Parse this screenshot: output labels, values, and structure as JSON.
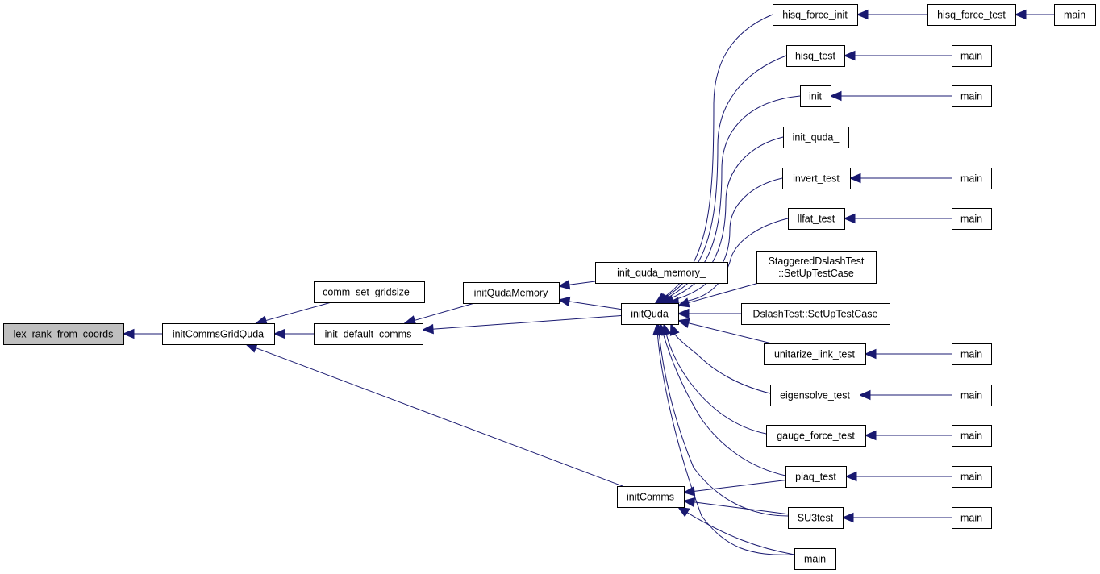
{
  "graph": {
    "edge_color": "#191970",
    "root_fill": "#bfbfbf",
    "nodes": [
      {
        "id": "lex_rank",
        "lines": [
          "lex_rank_from_coords"
        ],
        "root": true
      },
      {
        "id": "initCommsGridQuda",
        "lines": [
          "initCommsGridQuda"
        ]
      },
      {
        "id": "comm_set_gridsize",
        "lines": [
          "comm_set_gridsize_"
        ]
      },
      {
        "id": "init_default_comms",
        "lines": [
          "init_default_comms"
        ]
      },
      {
        "id": "initQudaMemory",
        "lines": [
          "initQudaMemory"
        ]
      },
      {
        "id": "init_quda_memory",
        "lines": [
          "init_quda_memory_"
        ]
      },
      {
        "id": "initQuda",
        "lines": [
          "initQuda"
        ]
      },
      {
        "id": "initComms",
        "lines": [
          "initComms"
        ]
      },
      {
        "id": "hisq_force_init",
        "lines": [
          "hisq_force_init"
        ]
      },
      {
        "id": "hisq_force_test",
        "lines": [
          "hisq_force_test"
        ]
      },
      {
        "id": "main_top",
        "lines": [
          "main"
        ]
      },
      {
        "id": "hisq_test",
        "lines": [
          "hisq_test"
        ]
      },
      {
        "id": "main_hisq",
        "lines": [
          "main"
        ]
      },
      {
        "id": "init",
        "lines": [
          "init"
        ]
      },
      {
        "id": "main_init",
        "lines": [
          "main"
        ]
      },
      {
        "id": "init_quda",
        "lines": [
          "init_quda_"
        ]
      },
      {
        "id": "invert_test",
        "lines": [
          "invert_test"
        ]
      },
      {
        "id": "main_invert",
        "lines": [
          "main"
        ]
      },
      {
        "id": "llfat_test",
        "lines": [
          "llfat_test"
        ]
      },
      {
        "id": "main_llfat",
        "lines": [
          "main"
        ]
      },
      {
        "id": "staggered",
        "lines": [
          "StaggeredDslashTest",
          "::SetUpTestCase"
        ]
      },
      {
        "id": "dslash",
        "lines": [
          "DslashTest::SetUpTestCase"
        ]
      },
      {
        "id": "unitarize",
        "lines": [
          "unitarize_link_test"
        ]
      },
      {
        "id": "main_unitarize",
        "lines": [
          "main"
        ]
      },
      {
        "id": "eigensolve",
        "lines": [
          "eigensolve_test"
        ]
      },
      {
        "id": "main_eigen",
        "lines": [
          "main"
        ]
      },
      {
        "id": "gauge_force",
        "lines": [
          "gauge_force_test"
        ]
      },
      {
        "id": "main_gauge",
        "lines": [
          "main"
        ]
      },
      {
        "id": "plaq",
        "lines": [
          "plaq_test"
        ]
      },
      {
        "id": "main_plaq",
        "lines": [
          "main"
        ]
      },
      {
        "id": "su3",
        "lines": [
          "SU3test"
        ]
      },
      {
        "id": "main_su3",
        "lines": [
          "main"
        ]
      },
      {
        "id": "main_bottom",
        "lines": [
          "main"
        ]
      }
    ],
    "edges": [
      {
        "from": "initCommsGridQuda",
        "to": "lex_rank"
      },
      {
        "from": "comm_set_gridsize",
        "to": "initCommsGridQuda"
      },
      {
        "from": "init_default_comms",
        "to": "initCommsGridQuda"
      },
      {
        "from": "initComms",
        "to": "initCommsGridQuda"
      },
      {
        "from": "initQudaMemory",
        "to": "init_default_comms"
      },
      {
        "from": "initQuda",
        "to": "init_default_comms"
      },
      {
        "from": "init_quda_memory",
        "to": "initQudaMemory"
      },
      {
        "from": "initQuda",
        "to": "initQudaMemory"
      },
      {
        "from": "hisq_force_init",
        "to": "initQuda"
      },
      {
        "from": "hisq_test",
        "to": "initQuda"
      },
      {
        "from": "init",
        "to": "initQuda"
      },
      {
        "from": "init_quda",
        "to": "initQuda"
      },
      {
        "from": "invert_test",
        "to": "initQuda"
      },
      {
        "from": "llfat_test",
        "to": "initQuda"
      },
      {
        "from": "staggered",
        "to": "initQuda"
      },
      {
        "from": "dslash",
        "to": "initQuda"
      },
      {
        "from": "unitarize",
        "to": "initQuda"
      },
      {
        "from": "eigensolve",
        "to": "initQuda"
      },
      {
        "from": "gauge_force",
        "to": "initQuda"
      },
      {
        "from": "plaq",
        "to": "initQuda"
      },
      {
        "from": "su3",
        "to": "initQuda"
      },
      {
        "from": "main_bottom",
        "to": "initQuda"
      },
      {
        "from": "plaq",
        "to": "initComms"
      },
      {
        "from": "su3",
        "to": "initComms"
      },
      {
        "from": "main_bottom",
        "to": "initComms"
      },
      {
        "from": "hisq_force_test",
        "to": "hisq_force_init"
      },
      {
        "from": "main_top",
        "to": "hisq_force_test"
      },
      {
        "from": "main_hisq",
        "to": "hisq_test"
      },
      {
        "from": "main_init",
        "to": "init"
      },
      {
        "from": "main_invert",
        "to": "invert_test"
      },
      {
        "from": "main_llfat",
        "to": "llfat_test"
      },
      {
        "from": "main_unitarize",
        "to": "unitarize"
      },
      {
        "from": "main_eigen",
        "to": "eigensolve"
      },
      {
        "from": "main_gauge",
        "to": "gauge_force"
      },
      {
        "from": "main_plaq",
        "to": "plaq"
      },
      {
        "from": "main_su3",
        "to": "su3"
      }
    ]
  }
}
